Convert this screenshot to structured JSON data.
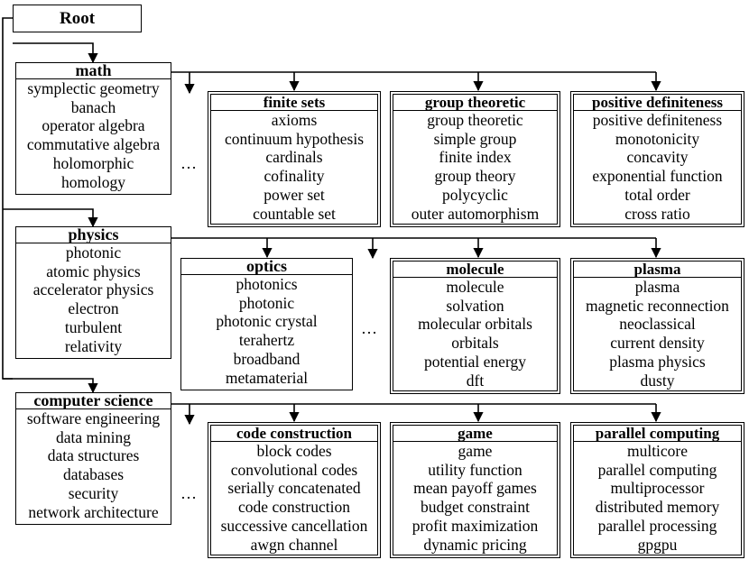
{
  "root": "Root",
  "ellipsis": "…",
  "domains": [
    {
      "title": "math",
      "items": [
        "symplectic geometry",
        "banach",
        "operator algebra",
        "commutative algebra",
        "holomorphic",
        "homology"
      ],
      "children": [
        {
          "title": "finite sets",
          "items": [
            "axioms",
            "continuum hypothesis",
            "cardinals",
            "cofinality",
            "power set",
            "countable set"
          ]
        },
        {
          "title": "group theoretic",
          "items": [
            "group theoretic",
            "simple group",
            "finite index",
            "group theory",
            "polycyclic",
            "outer automorphism"
          ]
        },
        {
          "title": "positive definiteness",
          "items": [
            "positive definiteness",
            "monotonicity",
            "concavity",
            "exponential function",
            "total order",
            "cross ratio"
          ]
        }
      ]
    },
    {
      "title": "physics",
      "items": [
        "photonic",
        "atomic physics",
        "accelerator physics",
        "electron",
        "turbulent",
        "relativity"
      ],
      "children": [
        {
          "title": "optics",
          "items": [
            "photonics",
            "photonic",
            "photonic crystal",
            "terahertz",
            "broadband",
            "metamaterial"
          ]
        },
        {
          "title": "molecule",
          "items": [
            "molecule",
            "solvation",
            "molecular orbitals",
            "orbitals",
            "potential energy",
            "dft"
          ]
        },
        {
          "title": "plasma",
          "items": [
            "plasma",
            "magnetic reconnection",
            "neoclassical",
            "current density",
            "plasma physics",
            "dusty"
          ]
        }
      ]
    },
    {
      "title": "computer science",
      "items": [
        "software engineering",
        "data mining",
        "data structures",
        "databases",
        "security",
        "network architecture"
      ],
      "children": [
        {
          "title": "code construction",
          "items": [
            "block codes",
            "convolutional codes",
            "serially concatenated",
            "code construction",
            "successive cancellation",
            "awgn channel"
          ]
        },
        {
          "title": "game",
          "items": [
            "game",
            "utility function",
            "mean payoff games",
            "budget constraint",
            "profit maximization",
            "dynamic pricing"
          ]
        },
        {
          "title": "parallel computing",
          "items": [
            "multicore",
            "parallel computing",
            "multiprocessor",
            "distributed memory",
            "parallel processing",
            "gpgpu"
          ]
        }
      ]
    }
  ]
}
